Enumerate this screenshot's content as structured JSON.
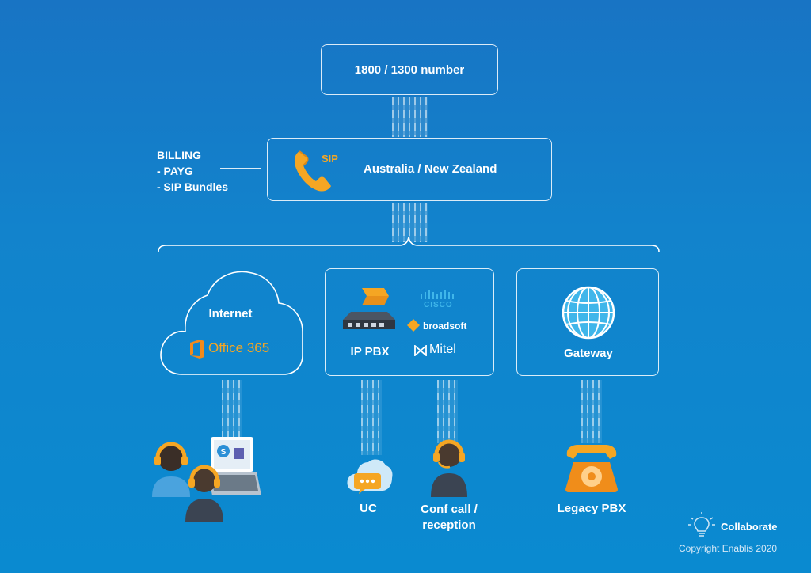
{
  "top_box": {
    "label": "1800 / 1300 number"
  },
  "sip_box": {
    "sip_label": "SIP",
    "label": "Australia / New Zealand"
  },
  "billing": {
    "title": "BILLING",
    "items": [
      "- PAYG",
      "- SIP Bundles"
    ]
  },
  "internet": {
    "label": "Internet",
    "office_label": "Office 365"
  },
  "ip_pbx": {
    "label": "IP PBX",
    "vendors": [
      "CISCO",
      "broadsoft",
      "Mitel"
    ]
  },
  "gateway": {
    "label": "Gateway"
  },
  "endpoints": {
    "uc": "UC",
    "conf_line1": "Conf call /",
    "conf_line2": "reception",
    "legacy": "Legacy PBX"
  },
  "brand": {
    "name": "Collaborate",
    "copyright": "Copyright Enablis 2020"
  },
  "colors": {
    "accent_orange": "#f5a623",
    "line_white": "#ffffff",
    "globe_blue": "#3fb6ea"
  }
}
